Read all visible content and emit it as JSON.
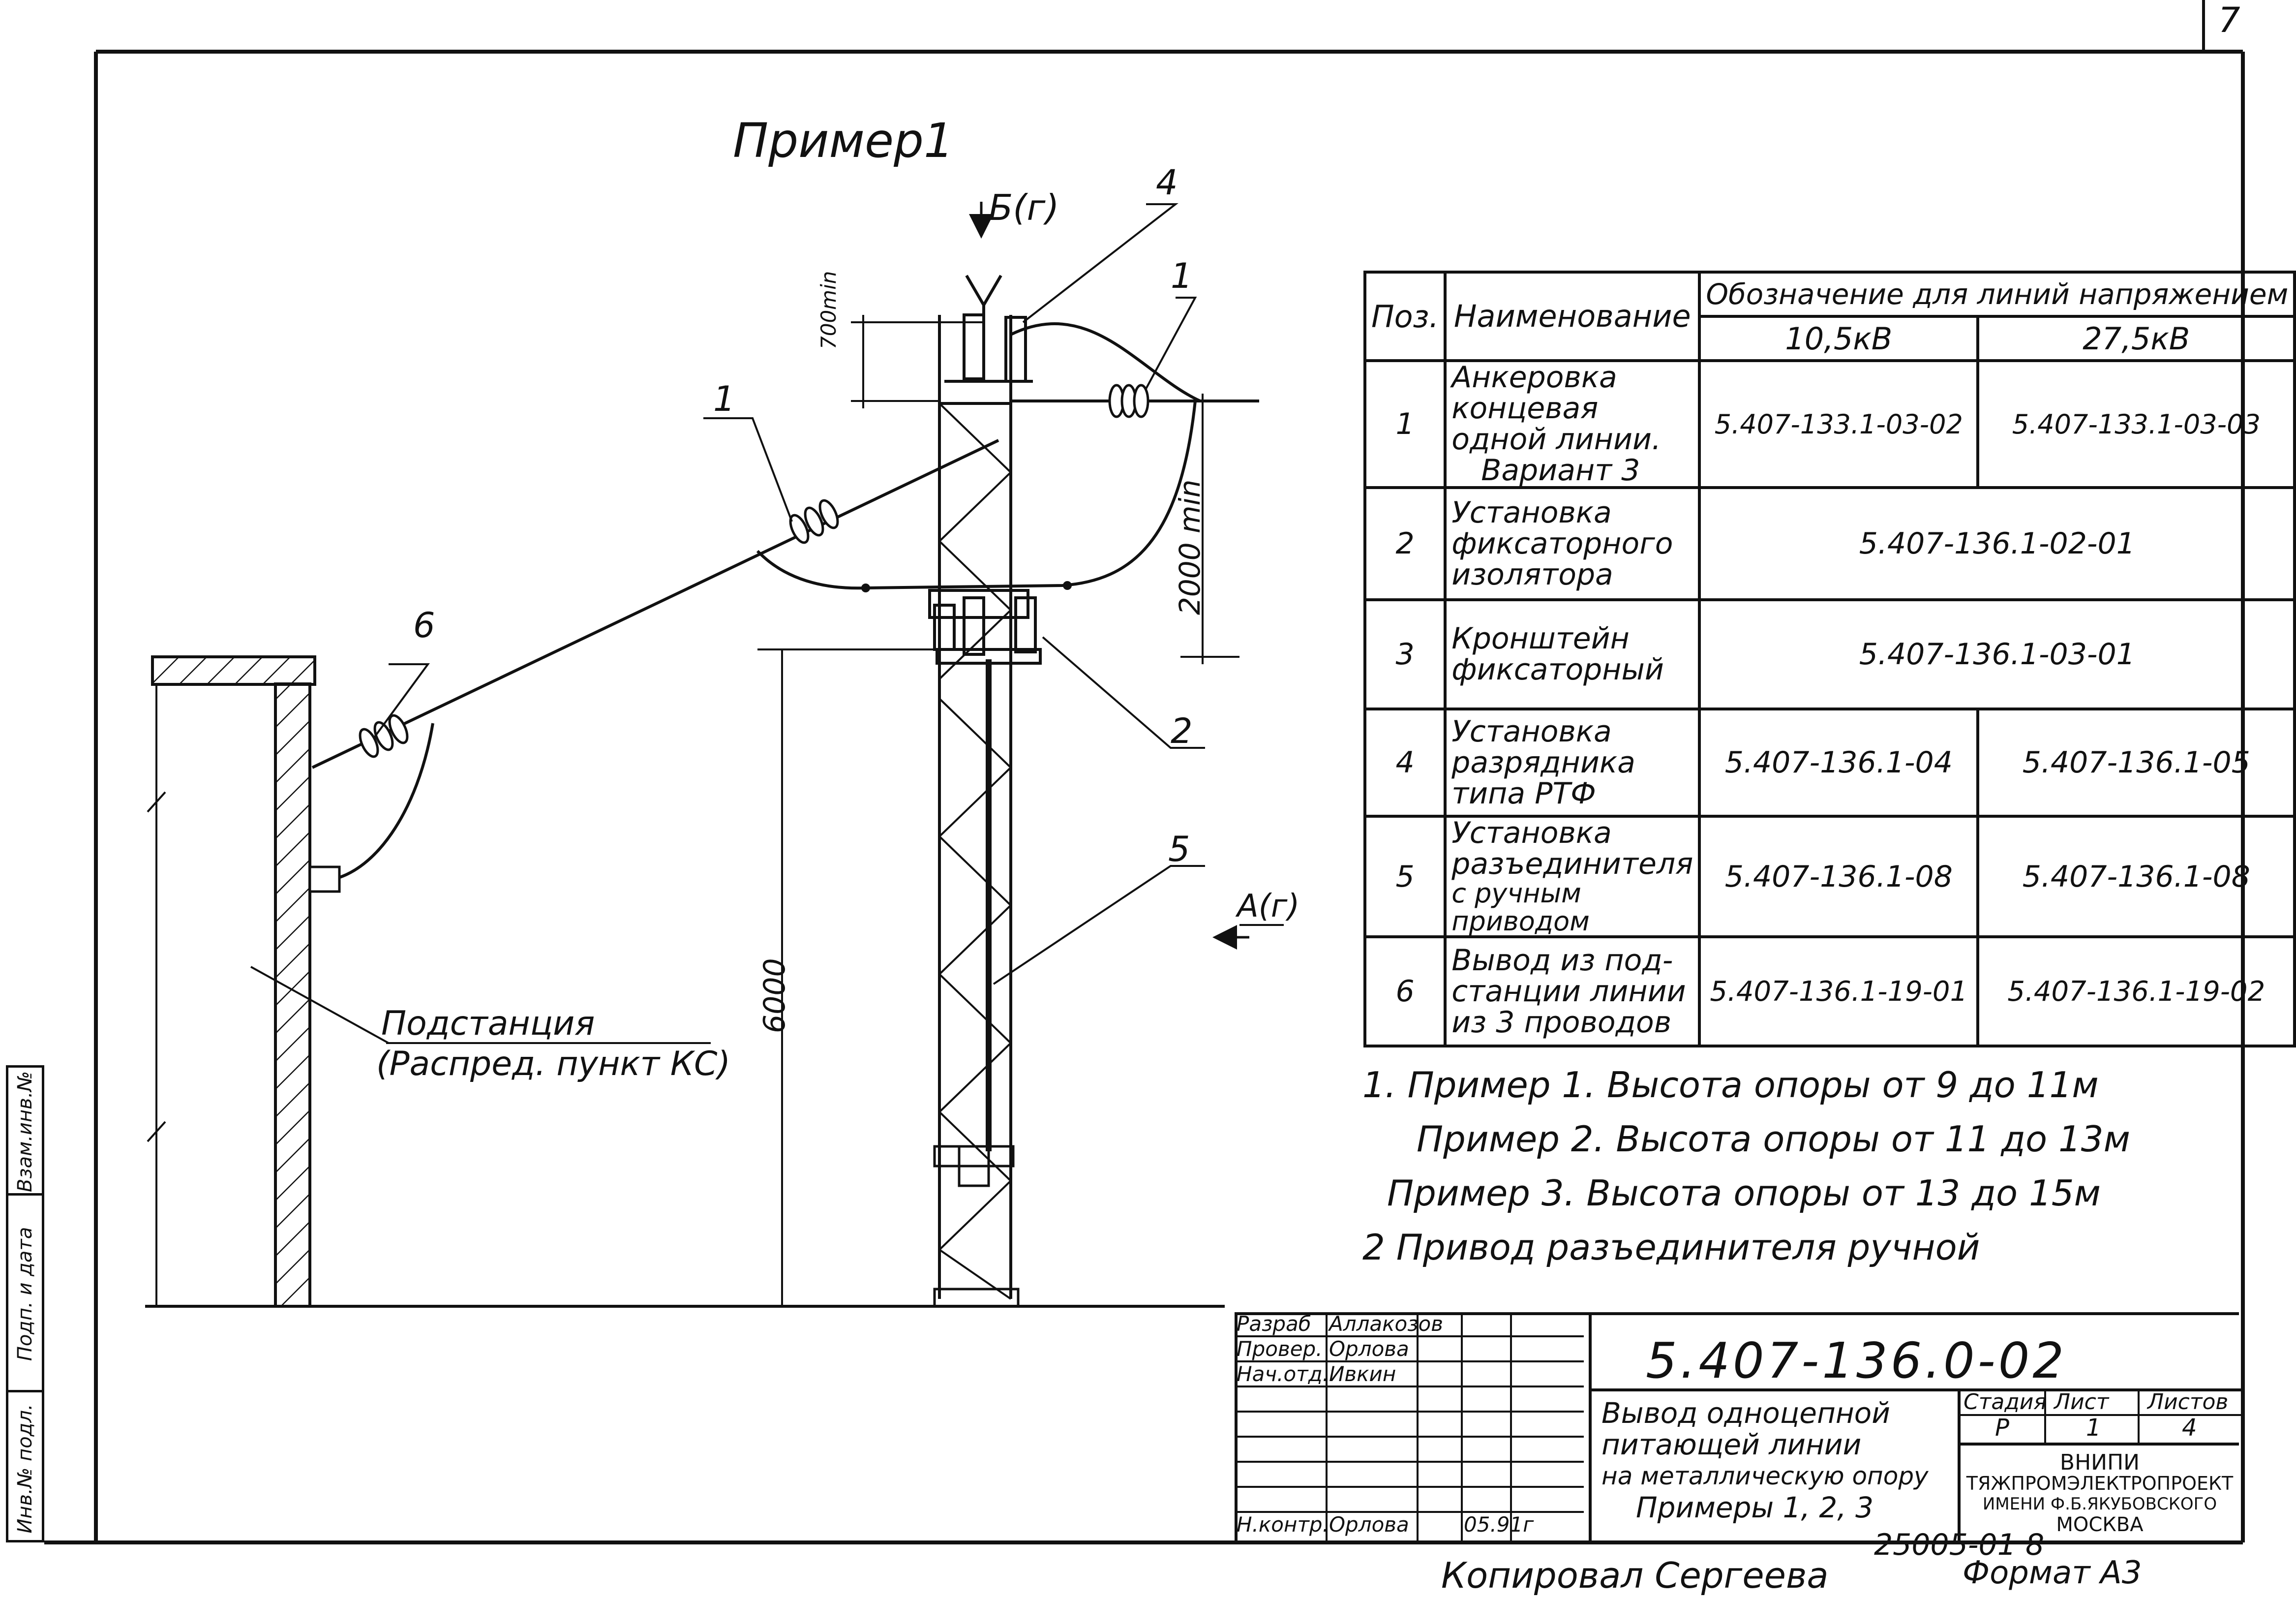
{
  "sheet_number": "7",
  "example_title": "Пример1",
  "view_labels": {
    "view_b": "Б(г)",
    "view_a": "А(г)"
  },
  "dimensions": {
    "top": "700min",
    "middle": "2000 min",
    "height": "6000"
  },
  "callouts": [
    "1",
    "1",
    "2",
    "4",
    "5",
    "6"
  ],
  "substation_label": {
    "line1": "Подстанция",
    "line2": "(Распред. пункт КС)"
  },
  "spec_table": {
    "headers": {
      "pos": "Поз.",
      "name": "Наименование",
      "designation": "Обозначение для линий напряжением",
      "v1": "10,5кВ",
      "v2": "27,5кВ"
    },
    "rows": [
      {
        "pos": "1",
        "name_lines": [
          "Анкеровка концевая",
          "одной линии.",
          "Вариант 3"
        ],
        "d1": "5.407-133.1-03-02",
        "d2": "5.407-133.1-03-03"
      },
      {
        "pos": "2",
        "name_lines": [
          "Установка",
          "фиксаторного",
          "изолятора"
        ],
        "merged": "5.407-136.1-02-01"
      },
      {
        "pos": "3",
        "name_lines": [
          "Кронштейн",
          "фиксаторный"
        ],
        "merged": "5.407-136.1-03-01"
      },
      {
        "pos": "4",
        "name_lines": [
          "Установка",
          "разрядника",
          "типа РТФ"
        ],
        "d1": "5.407-136.1-04",
        "d2": "5.407-136.1-05"
      },
      {
        "pos": "5",
        "name_lines": [
          "Установка",
          "разъединителя",
          "с ручным приводом"
        ],
        "d1": "5.407-136.1-08",
        "d2": "5.407-136.1-08"
      },
      {
        "pos": "6",
        "name_lines": [
          "Вывод из под-",
          "станции линии",
          "из 3 проводов"
        ],
        "d1": "5.407-136.1-19-01",
        "d2": "5.407-136.1-19-02"
      }
    ]
  },
  "notes": [
    "1. Пример 1. Высота опоры от 9 до 11м",
    "Пример 2. Высота опоры от 11 до 13м",
    "Пример 3. Высота опоры от 13 до 15м",
    "2 Привод разъединителя ручной"
  ],
  "title_block": {
    "code": "5.407-136.0-02",
    "rows": [
      {
        "role": "Разраб",
        "name": "Аллакозов",
        "sign": "",
        "date": ""
      },
      {
        "role": "Провер.",
        "name": "Орлова",
        "sign": "",
        "date": ""
      },
      {
        "role": "Нач.отд.",
        "name": "Ивкин",
        "sign": "",
        "date": ""
      },
      {
        "role": "",
        "name": "",
        "sign": "",
        "date": ""
      },
      {
        "role": "",
        "name": "",
        "sign": "",
        "date": ""
      },
      {
        "role": "",
        "name": "",
        "sign": "",
        "date": ""
      },
      {
        "role": "",
        "name": "",
        "sign": "",
        "date": ""
      },
      {
        "role": "",
        "name": "",
        "sign": "",
        "date": ""
      },
      {
        "role": "Н.контр.",
        "name": "Орлова",
        "sign": "",
        "date": "05.91г"
      }
    ],
    "title_lines": [
      "Вывод одноцепной",
      "питающей линии",
      "на металлическую опору",
      "Примеры 1, 2, 3"
    ],
    "stage_header": "Стадия",
    "sheet_header": "Лист",
    "sheets_header": "Листов",
    "stage": "Р",
    "sheet": "1",
    "sheets": "4",
    "org_lines": [
      "ВНИПИ",
      "ТЯЖПРОМЭЛЕКТРОПРОЕКТ",
      "ИМЕНИ Ф.Б.ЯКУБОВСКОГО",
      "МОСКВА"
    ]
  },
  "side_labels": [
    "Взам.инв.№",
    "Подп. и дата",
    "Инв.№ подл."
  ],
  "footer": {
    "archive": "25005-01 8",
    "copied": "Копировал Сергеева",
    "format": "Формат А3"
  }
}
